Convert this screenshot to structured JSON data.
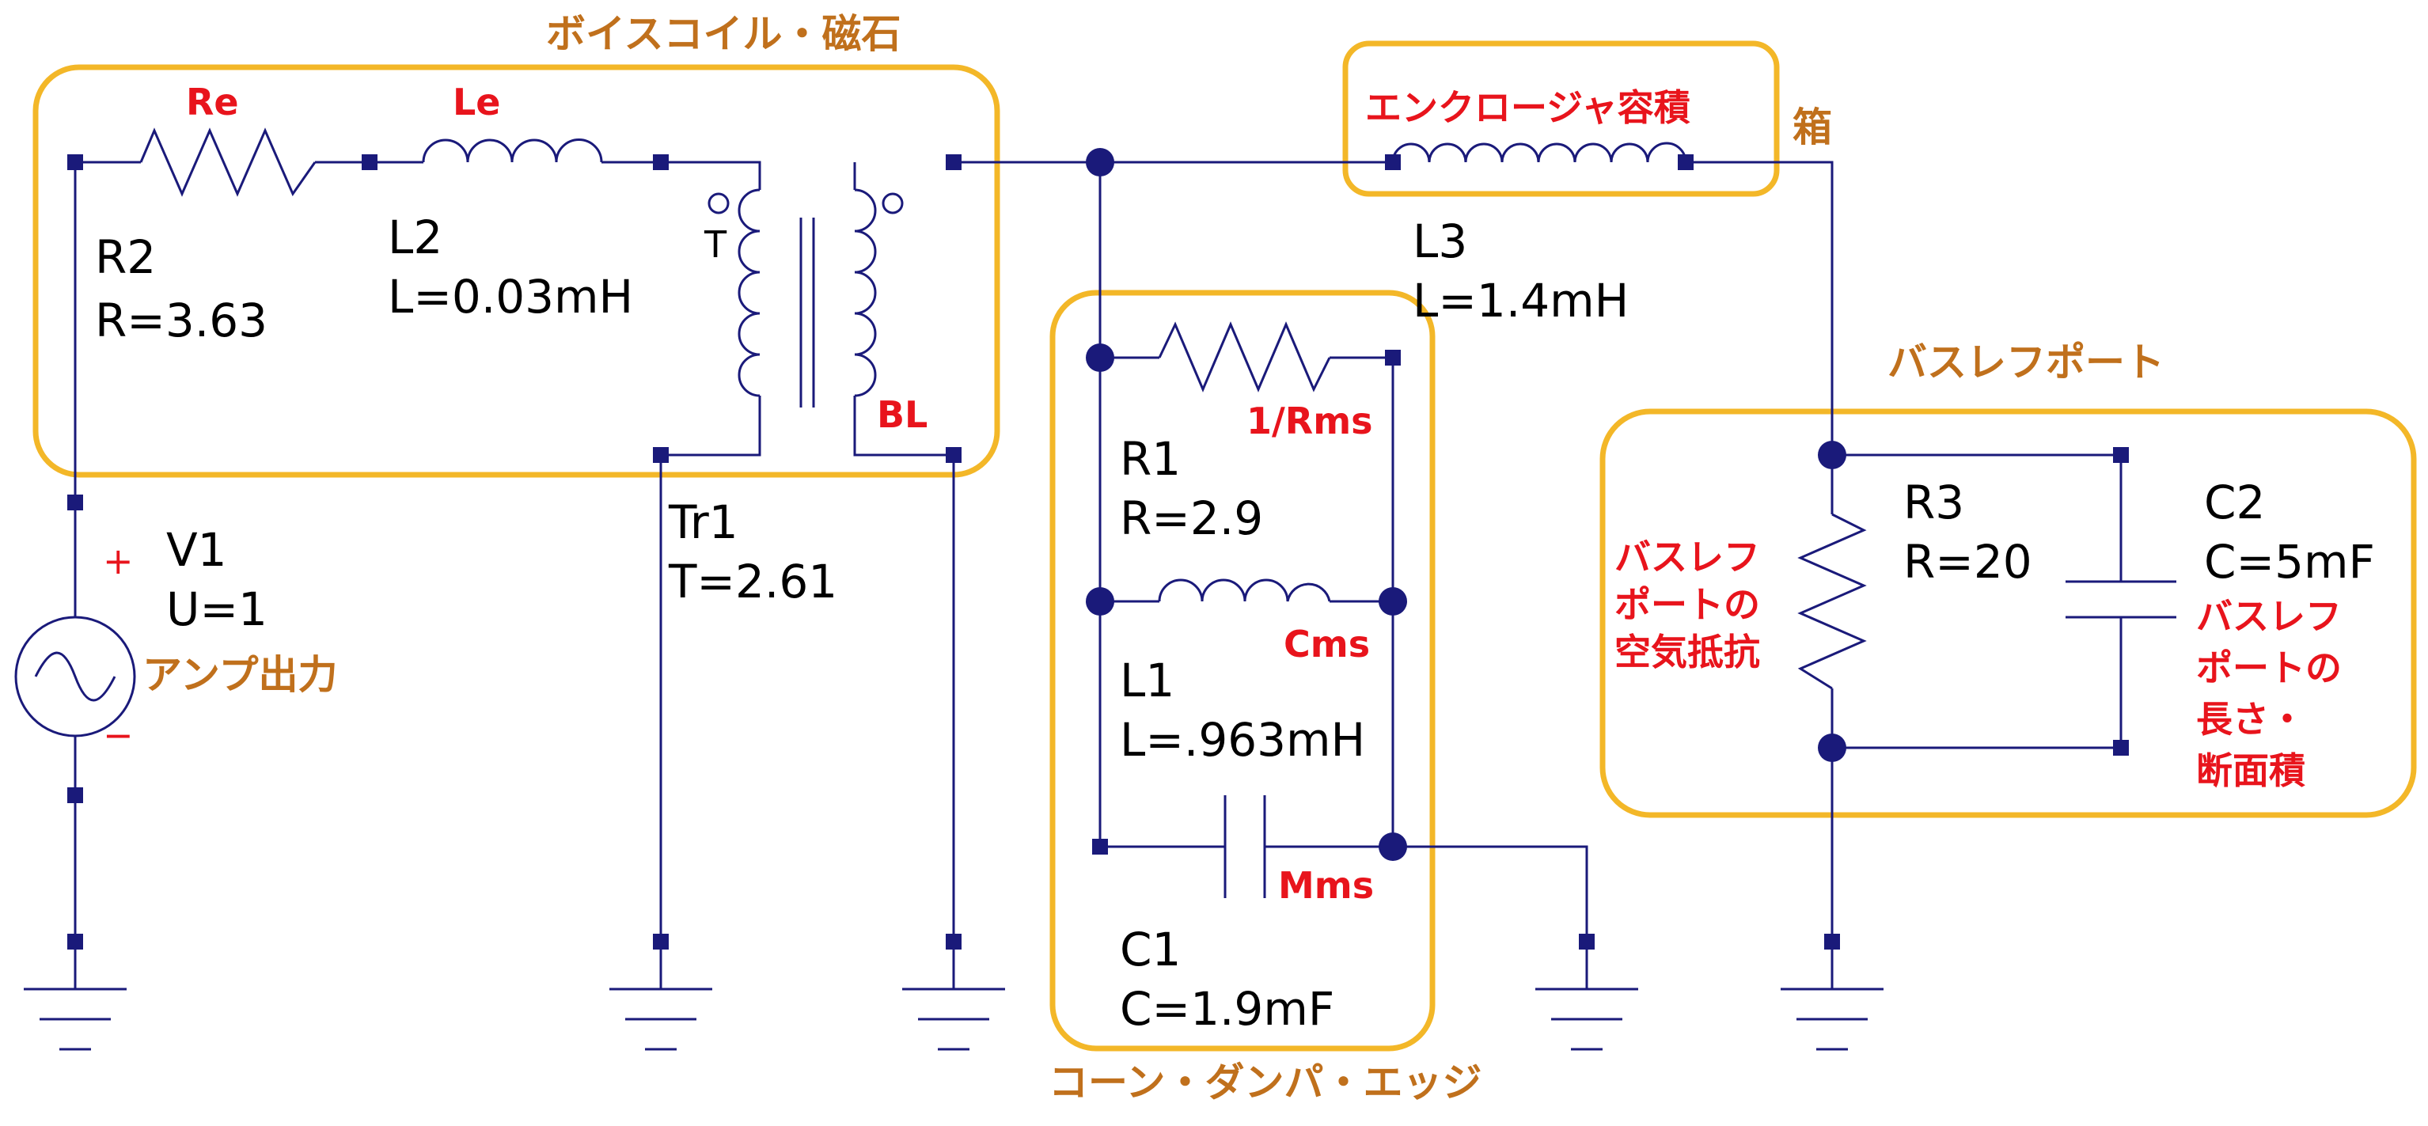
{
  "groups": {
    "voice_coil": "ボイスコイル・磁石",
    "enclosure": "エンクロージャ容積",
    "box": "箱",
    "bass_reflex": "バスレフポート",
    "cone": "コーン・ダンパ・エッジ",
    "amp": "アンプ出力"
  },
  "components": {
    "R2": {
      "name": "R2",
      "value": "R=3.63",
      "role": "Re"
    },
    "L2": {
      "name": "L2",
      "value": "L=0.03mH",
      "role": "Le"
    },
    "Tr1": {
      "name": "Tr1",
      "value": "T=2.61",
      "role": "BL",
      "marker": "T"
    },
    "L3": {
      "name": "L3",
      "value": "L=1.4mH"
    },
    "V1": {
      "name": "V1",
      "value": "U=1",
      "plus": "+",
      "minus": "−"
    },
    "R1": {
      "name": "R1",
      "value": "R=2.9",
      "role": "1/Rms"
    },
    "L1": {
      "name": "L1",
      "value": "L=.963mH",
      "role": "Cms"
    },
    "C1": {
      "name": "C1",
      "value": "C=1.9mF",
      "role": "Mms"
    },
    "R3": {
      "name": "R3",
      "value": "R=20",
      "role_lines": [
        "バスレフ",
        "ポートの",
        "空気抵抗"
      ]
    },
    "C2": {
      "name": "C2",
      "value": "C=5mF",
      "role_lines": [
        "バスレフ",
        "ポートの",
        "長さ・",
        "断面積"
      ]
    }
  },
  "colors": {
    "wire": "#1a1a7a",
    "box": "#f3b728",
    "red_label": "#e8141c",
    "orange_label": "#c0701c"
  }
}
